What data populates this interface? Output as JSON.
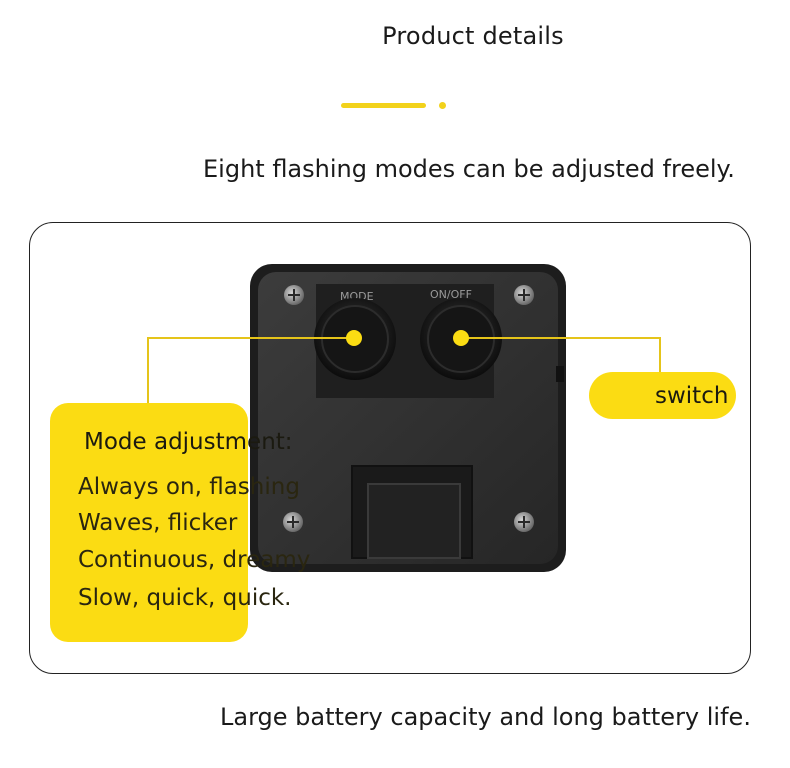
{
  "header": {
    "title": "Product details"
  },
  "headline": "Eight flashing modes can be adjusted freely.",
  "device": {
    "mode_label": "MODE",
    "power_label": "ON/OFF"
  },
  "callouts": {
    "mode": {
      "title": "Mode adjustment:",
      "lines": [
        "Always on, flashing",
        "Waves, flicker",
        "Continuous, dreamy",
        "Slow, quick, quick."
      ]
    },
    "switch": {
      "label": "switch"
    }
  },
  "footer": "Large battery capacity and long battery life.",
  "colors": {
    "accent": "#fbdc13",
    "device": "#2b2b2b"
  }
}
